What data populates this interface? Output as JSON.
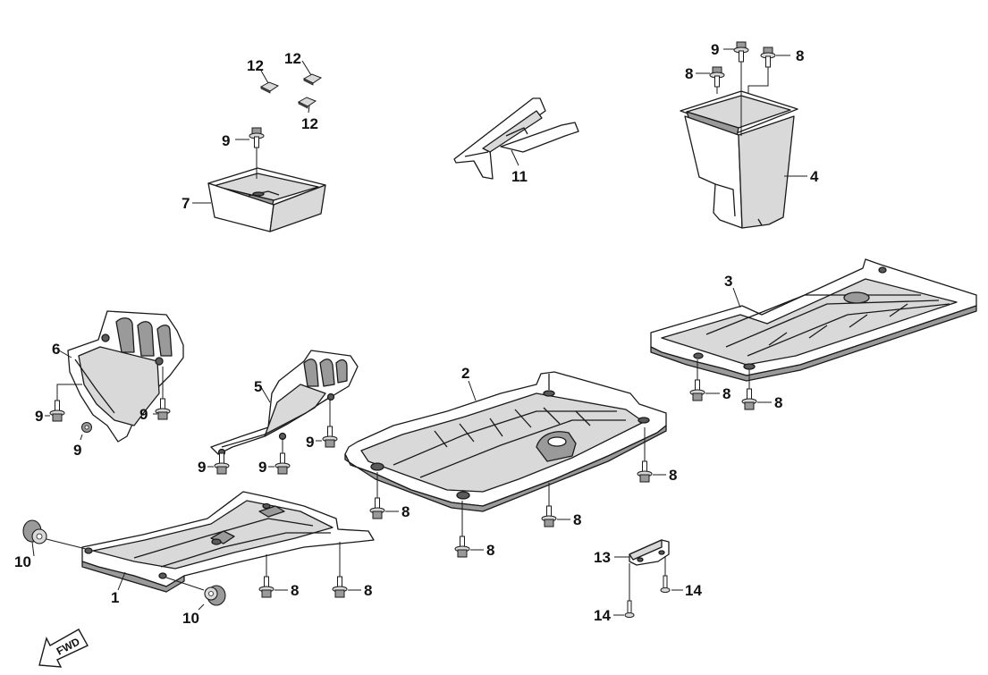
{
  "callouts": {
    "c1": "1",
    "c2": "2",
    "c3": "3",
    "c4": "4",
    "c5": "5",
    "c6": "6",
    "c7": "7",
    "c8": "8",
    "c9": "9",
    "c10": "10",
    "c11": "11",
    "c12": "12",
    "c13": "13",
    "c14": "14"
  },
  "direction_arrow": {
    "label": "FWD"
  },
  "icons": {
    "bolt": "flange-bolt-icon",
    "grommet": "rubber-grommet-icon",
    "pad": "foam-pad-icon",
    "arrow": "forward-arrow-icon"
  },
  "colors": {
    "line": "#1a1a1a",
    "light_fill": "#d9d9d9",
    "dark_fill": "#5a5a5a"
  }
}
